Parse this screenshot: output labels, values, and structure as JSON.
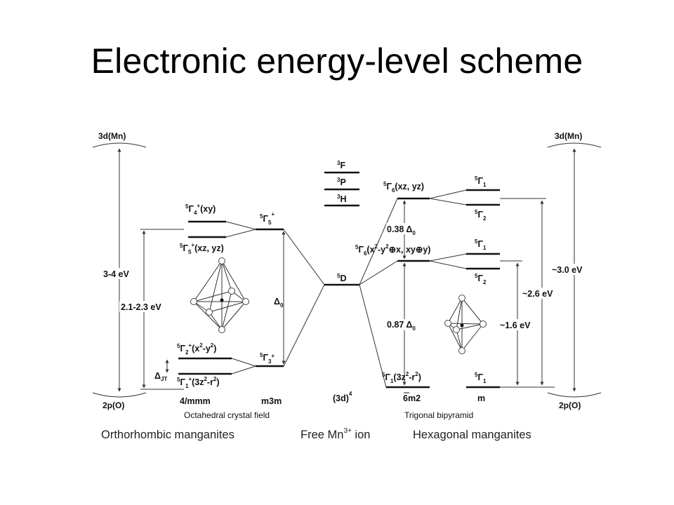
{
  "slide": {
    "title": "Electronic energy-level scheme"
  },
  "diagram": {
    "band_top_left": "3d(Mn)",
    "band_bottom_left": "2p(O)",
    "band_top_right": "3d(Mn)",
    "band_bottom_right": "2p(O)",
    "gap_left_outer": "3-4 eV",
    "gap_left_inner": "2.1-2.3 eV",
    "delta0_left": "Δ",
    "delta0_left_sub": "0",
    "delta_jt": "Δ",
    "delta_jt_sub": "JT",
    "oct": {
      "g4": {
        "sup": "5",
        "G": "Γ",
        "sub": "4",
        "sup2": "+",
        "text": "(xy)"
      },
      "g5": {
        "sup": "5",
        "G": "Γ",
        "sub": "5",
        "sup2": "+",
        "text": "(xz, yz)"
      },
      "g5center": {
        "sup": "5",
        "G": "Γ",
        "sub": "5",
        "sup2": "+"
      },
      "g3center": {
        "sup": "5",
        "G": "Γ",
        "sub": "3",
        "sup2": "+"
      },
      "g2": {
        "sup": "5",
        "G": "Γ",
        "sub": "2",
        "sup2": "+",
        "text": "(x",
        "sq": "2",
        "text2": "-y",
        "sq2": "2",
        "text3": ")"
      },
      "g1": {
        "sup": "5",
        "G": "Γ",
        "sub": "1",
        "sup2": "+",
        "text": "(3z",
        "sq": "2",
        "text2": "-r",
        "sq2": "2",
        "text3": ")"
      },
      "sym_left": "4/mmm",
      "sym_right": "m3m",
      "caption": "Octahedral crystal field"
    },
    "free_ion": {
      "F": {
        "sup": "3",
        "L": "F"
      },
      "P": {
        "sup": "3",
        "L": "P"
      },
      "H": {
        "sup": "3",
        "L": "H"
      },
      "D": {
        "sup": "5",
        "L": "D"
      },
      "config": "(3d)",
      "config_sup": "4"
    },
    "trig": {
      "g6top": {
        "sup": "5",
        "G": "Γ",
        "sub": "6",
        "text": "(xz, yz)"
      },
      "ratio_upper": "0.38 Δ",
      "ratio_upper_sub": "0",
      "g6mid": {
        "sup": "5",
        "G": "Γ",
        "sub": "6",
        "text": "(x",
        "sq": "2",
        "text2": "-y",
        "sq2": "2",
        "text3": "⊕x, xy⊕y)"
      },
      "ratio_lower": "0.87 Δ",
      "ratio_lower_sub": "0",
      "g1bottom": {
        "sup": "5",
        "G": "Γ",
        "sub": "1",
        "text": "(3z",
        "sq": "2",
        "text2": "-r",
        "sq2": "2",
        "text3": ")"
      },
      "split_a": {
        "sup": "5",
        "G": "Γ",
        "sub": "1"
      },
      "split_b": {
        "sup": "5",
        "G": "Γ",
        "sub": "2"
      },
      "split_c": {
        "sup": "5",
        "G": "Γ",
        "sub": "1"
      },
      "split_d": {
        "sup": "5",
        "G": "Γ",
        "sub": "2"
      },
      "split_e": {
        "sup": "5",
        "G": "Γ",
        "sub": "1"
      },
      "sym_left": "6m2",
      "sym_right": "m",
      "caption": "Trigonal bipyramid",
      "gap_small": "~1.6 eV",
      "gap_mid": "~2.6 eV",
      "gap_large": "~3.0 eV"
    },
    "bottom_left": "Orthorhombic manganites",
    "bottom_mid": "Free Mn",
    "bottom_mid_sup": "3+",
    "bottom_mid_tail": " ion",
    "bottom_right": "Hexagonal manganites"
  }
}
